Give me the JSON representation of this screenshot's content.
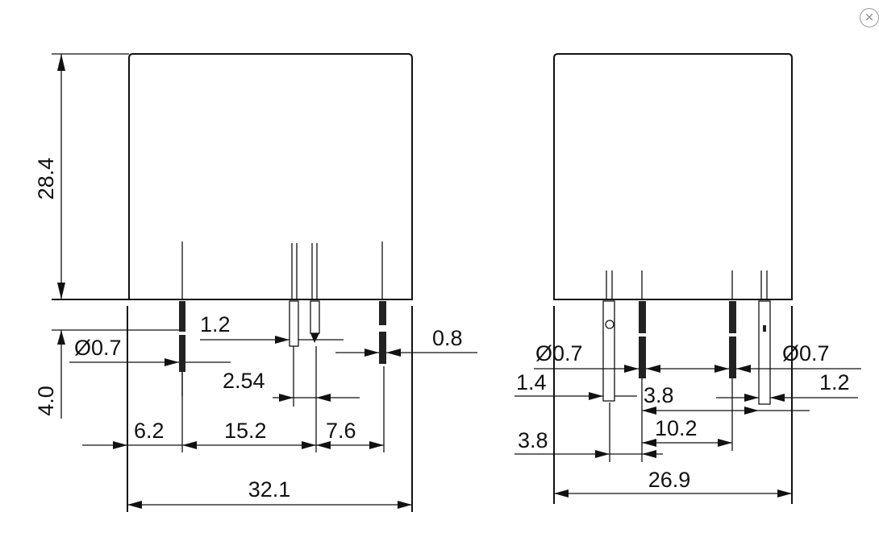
{
  "colors": {
    "line": "#111111",
    "background": "#ffffff",
    "close_icon": "#9a9a9a"
  },
  "close_icon": "close-icon",
  "close_glyph": "×",
  "front_view": {
    "height_body": "28.4",
    "height_pins": "4.0",
    "pin_diameter": "Ø0.7",
    "pin_width_a": "1.2",
    "pin_pitch": "2.54",
    "pin_width_b": "0.8",
    "offset_left": "6.2",
    "spacing_mid": "15.2",
    "spacing_right": "7.6",
    "width_total": "32.1"
  },
  "side_view": {
    "pin_diameter_left": "Ø0.7",
    "pin_diameter_right": "Ø0.7",
    "pin_width_left": "1.4",
    "pin_width_right": "1.2",
    "spacing_inner": "3.8",
    "offset_left": "3.8",
    "spacing_mid": "10.2",
    "width_total": "26.9"
  }
}
